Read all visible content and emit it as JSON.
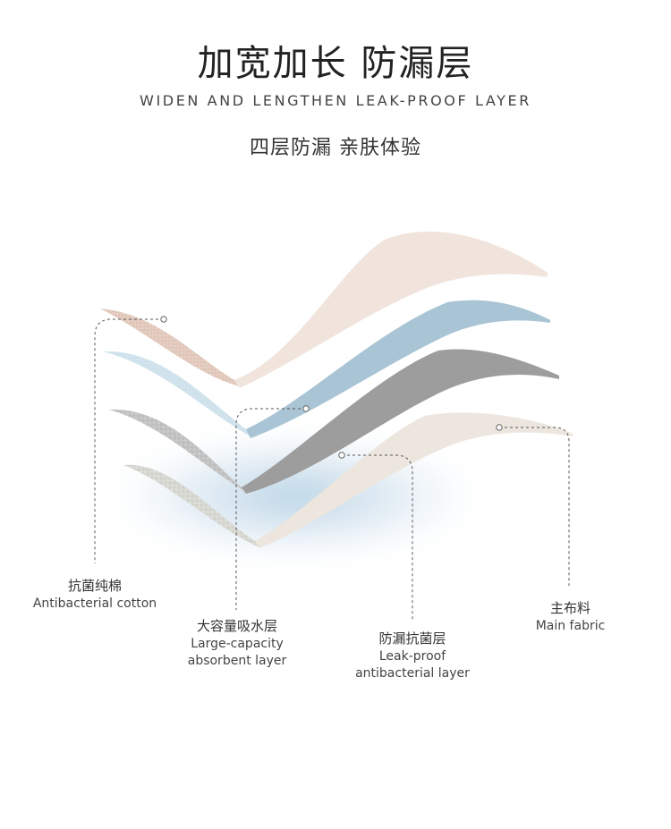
{
  "header": {
    "title": "加宽加长 防漏层",
    "subtitle_en": "WIDEN AND LENGTHEN LEAK-PROOF LAYER",
    "subtitle_cn": "四层防漏 亲肤体验"
  },
  "layers": [
    {
      "cn": "抗菌纯棉",
      "en_line1": "Antibacterial cotton",
      "en_line2": "",
      "color": "#e6cfc3"
    },
    {
      "cn": "大容量吸水层",
      "en_line1": "Large-capacity",
      "en_line2": "absorbent layer",
      "color": "#cfe3ec"
    },
    {
      "cn": "防漏抗菌层",
      "en_line1": "Leak-proof",
      "en_line2": "antibacterial layer",
      "color": "#bdbdbd"
    },
    {
      "cn": "主布料",
      "en_line1": "Main fabric",
      "en_line2": "",
      "color": "#d4d4cf"
    }
  ]
}
